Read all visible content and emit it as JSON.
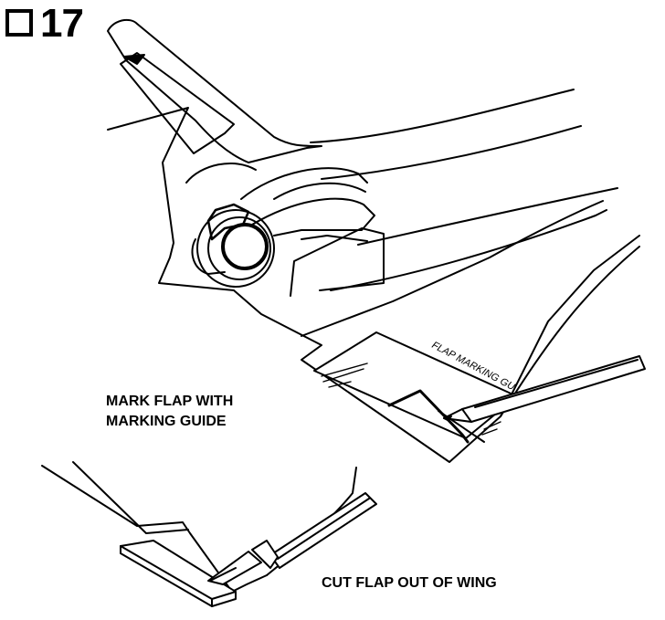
{
  "step": {
    "number": "17"
  },
  "captions": {
    "mark_line1": "MARK FLAP WITH",
    "mark_line2": "MARKING GUIDE",
    "cut": "CUT FLAP OUT OF WING"
  },
  "guide": {
    "title": "FLAP MARKING GU"
  }
}
